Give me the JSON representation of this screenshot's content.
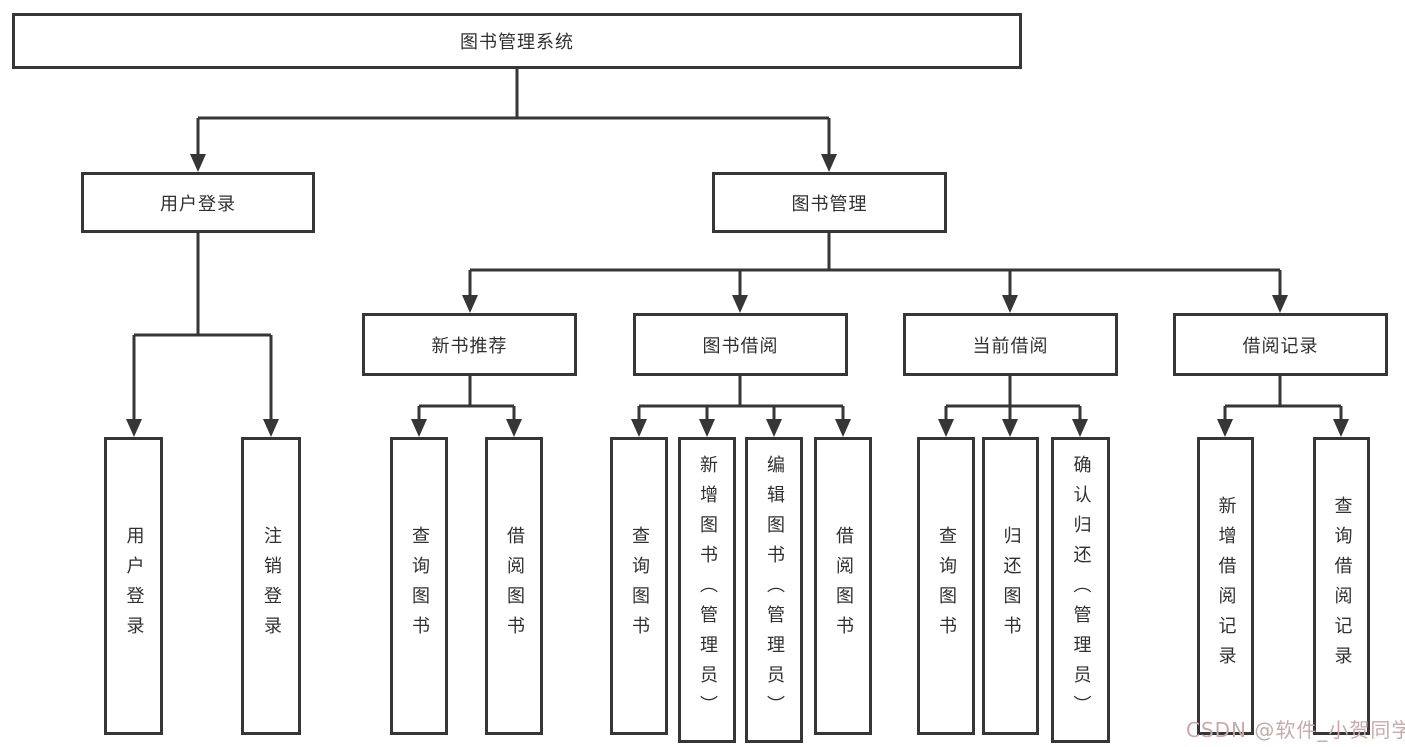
{
  "tree": {
    "label": "图书管理系统",
    "children": [
      {
        "label": "用户登录",
        "children": [
          {
            "label": "用户登录"
          },
          {
            "label": "注销登录"
          }
        ]
      },
      {
        "label": "图书管理",
        "children": [
          {
            "label": "新书推荐",
            "children": [
              {
                "label": "查询图书"
              },
              {
                "label": "借阅图书"
              }
            ]
          },
          {
            "label": "图书借阅",
            "children": [
              {
                "label": "查询图书"
              },
              {
                "label": "新增图书（管理员）"
              },
              {
                "label": "编辑图书（管理员）"
              },
              {
                "label": "借阅图书"
              }
            ]
          },
          {
            "label": "当前借阅",
            "children": [
              {
                "label": "查询图书"
              },
              {
                "label": "归还图书"
              },
              {
                "label": "确认归还（管理员）"
              }
            ]
          },
          {
            "label": "借阅记录",
            "children": [
              {
                "label": "新增借阅记录"
              },
              {
                "label": "查询借阅记录"
              }
            ]
          }
        ]
      }
    ]
  },
  "watermark": {
    "text": "CSDN @软件_小贺同学",
    "color": "#c9a9a9"
  },
  "colors": {
    "line": "#363636",
    "node_border": "#363636",
    "text": "#303030",
    "background": "#ffffff"
  }
}
